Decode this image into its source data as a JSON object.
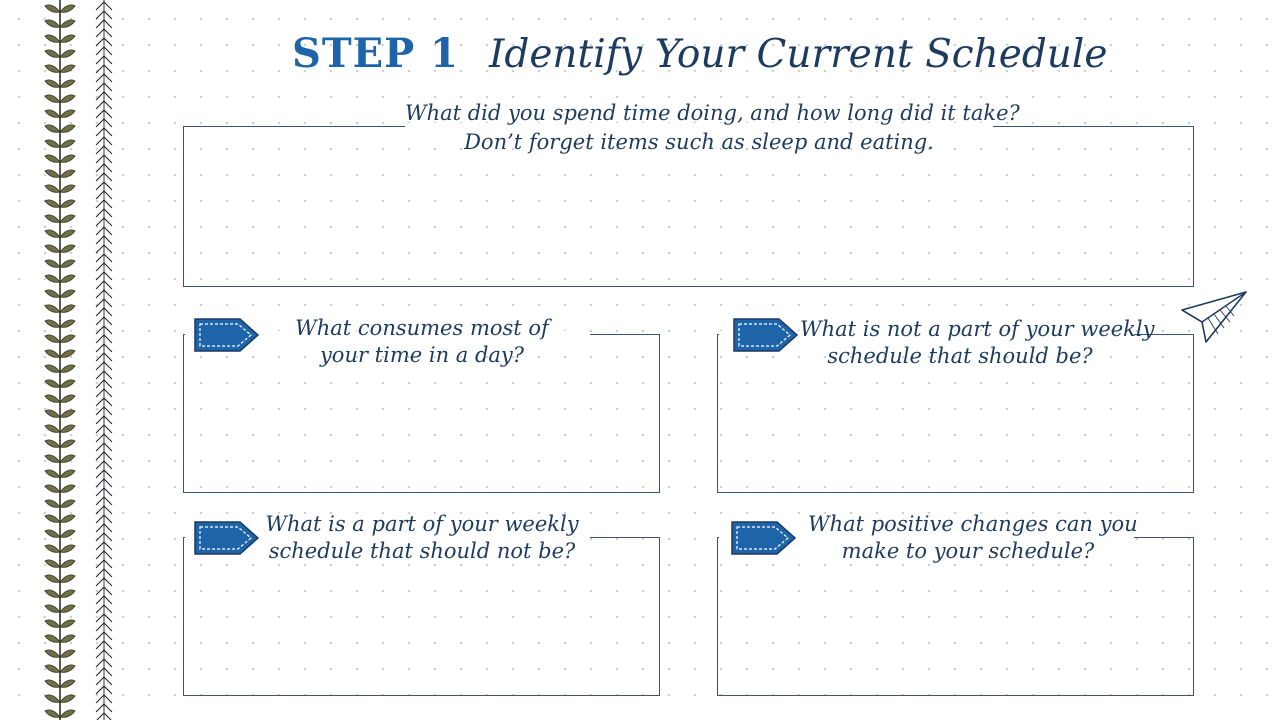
{
  "header": {
    "step_label": "STEP 1",
    "title": "Identify Your Current Schedule"
  },
  "main_prompt": {
    "line1": "What did you spend time doing, and how long did it take?",
    "line2": "Don’t forget items such as sleep and eating."
  },
  "prompts": [
    {
      "line1": "What consumes most of",
      "line2": "your time in a day?"
    },
    {
      "line1": "What is not a part of your weekly",
      "line2": "schedule that should be?"
    },
    {
      "line1": "What is a part of your weekly",
      "line2": "schedule that should not be?"
    },
    {
      "line1": "What positive changes can you",
      "line2": "make to your schedule?"
    }
  ],
  "colors": {
    "accent": "#1e64a8",
    "text": "#1d3a5f",
    "vine_leaf": "#6f7048",
    "border": "#3a5373"
  },
  "icons": [
    "vine-border-icon",
    "chevron-border-icon",
    "label-tag-icon",
    "paper-plane-icon"
  ]
}
